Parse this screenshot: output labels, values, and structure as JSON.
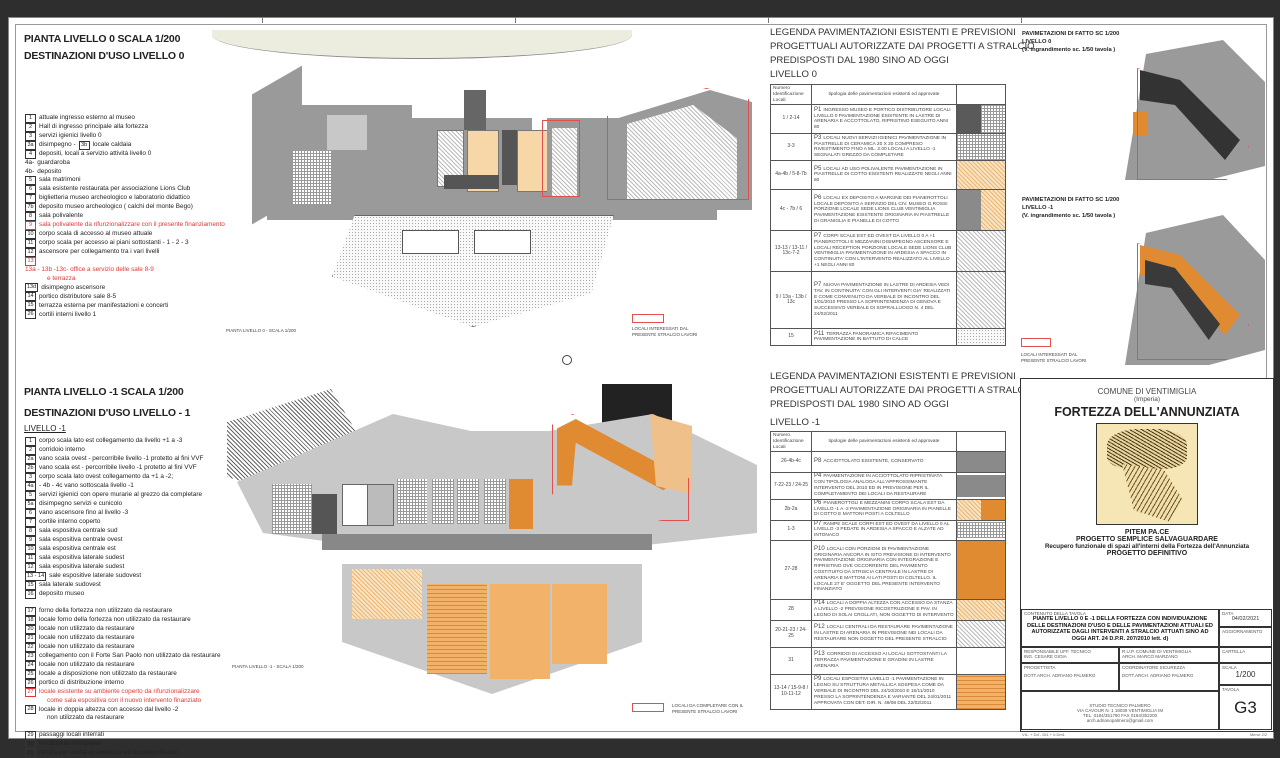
{
  "viewer": {
    "background": "#2e2e2e"
  },
  "level0": {
    "title": "PIANTA LIVELLO 0  SCALA 1/200",
    "subtitle": "DESTINAZIONI D'USO LIVELLO 0",
    "items": [
      {
        "id": "1",
        "text": "attuale ingresso esterno al museo"
      },
      {
        "id": "2",
        "text": "Hall di ingresso principale alla fortezza"
      },
      {
        "id": "3",
        "text": "servizi igienici livello 0"
      },
      {
        "id": "3a",
        "text": "disimpegno -",
        "id2": "3b",
        "text2": "locale caldaia"
      },
      {
        "id": "4",
        "text": "depositi, locali a servizio attività livello 0"
      },
      {
        "id": "4a-",
        "plain": true,
        "text": "guardaroba"
      },
      {
        "id": "4b-",
        "plain": true,
        "text": "deposito"
      },
      {
        "id": "5",
        "text": "sala matrimoni"
      },
      {
        "id": "6",
        "text": "sala esistente restaurata per associazione Lions Club"
      },
      {
        "id": "7",
        "text": "biglietteria museo archeologico e laboratorio didattico"
      },
      {
        "id": "7b",
        "text": "deposito museo archeologico ( calchi del monte Bego)"
      },
      {
        "id": "8",
        "text": "sala polivalente"
      },
      {
        "id": "9",
        "text": "sala polivalente da rifunzionalizzare con il presente finanziamento",
        "red": true
      },
      {
        "id": "10",
        "text": "corpo scala di accesso al museo attuale"
      },
      {
        "id": "11",
        "text": "corpo scala per accesso ai piani sottostanti - 1 - 2 - 3"
      },
      {
        "id": "12",
        "text": "ascensore per collegamento tra i vari livelli"
      },
      {
        "id": "13",
        "text": "",
        "red": true
      },
      {
        "id": "",
        "plain": true,
        "text": "13a - 13b -13c- office a servizio delle sale 8-9",
        "red": true
      },
      {
        "id": "",
        "plain": true,
        "text": "e terrazza",
        "red": true,
        "indent": true
      },
      {
        "id": "13d",
        "text": "disimpegno ascensore"
      },
      {
        "id": "14",
        "text": "portico distributore sale 8-5"
      },
      {
        "id": "15",
        "text": "terrazza esterna per manifestazioni e concerti"
      },
      {
        "id": "26",
        "text": "cortili interni livello 1"
      }
    ],
    "plan_label": "PIANTA LIVELLO 0 - SCALA 1/200",
    "legend_note": "LOCALI INTERESSATI DAL PRESENTE STRALCIO LAVORI"
  },
  "level_minus1": {
    "title": "PIANTA LIVELLO -1 SCALA 1/200",
    "subtitle": "DESTINAZIONI D'USO  LIVELLO - 1",
    "sublabel": "LIVELLO -1",
    "items": [
      {
        "id": "1",
        "text": "corpo scala lato est collegamento da livello +1 a -3"
      },
      {
        "id": "2",
        "text": "corridoio interno"
      },
      {
        "id": "2a",
        "text": "vano scala ovest - percorribile livello -1 protetto al fini VVF"
      },
      {
        "id": "2b",
        "text": "vano scala est - percorribile livello -1 protetto al fini VVF"
      },
      {
        "id": "3",
        "text": "corpo scala lato ovest collegamento da +1 a -2;"
      },
      {
        "id": "4a",
        "text": "- 4b - 4c  vano sottoscala livello -1"
      },
      {
        "id": "5",
        "text": "servizi igienici con opere murarie al grezzo da completare"
      },
      {
        "id": "5a",
        "text": "disimpegno servizi e cunicolo"
      },
      {
        "id": "6",
        "text": "vano ascensore fino al livello -3"
      },
      {
        "id": "7",
        "text": "cortile interno coperto"
      },
      {
        "id": "8",
        "text": "sala espositiva centrale sud"
      },
      {
        "id": "9",
        "text": "sala espositiva centrale ovest"
      },
      {
        "id": "10",
        "text": "sala espositiva centrale est"
      },
      {
        "id": "11",
        "text": "sala espositiva laterale sudest"
      },
      {
        "id": "12",
        "text": "sala espositiva laterale sudest"
      },
      {
        "id": "13 - 14",
        "text": "sale espositive laterale sudovest"
      },
      {
        "id": "15",
        "text": "sala laterale sudovest"
      },
      {
        "id": "16",
        "text": "deposito museo"
      },
      {
        "id": "17",
        "text": "forno della fortezza  non utilizzato da restaurare",
        "gap": true
      },
      {
        "id": "18",
        "text": "locale forno della fortezza  non utilizzato da restaurare"
      },
      {
        "id": "20",
        "text": "locale  non utilizzato da restaurare"
      },
      {
        "id": "21",
        "text": "locale  non utilizzato da restaurare"
      },
      {
        "id": "22",
        "text": "locale  non utilizzato da restaurare"
      },
      {
        "id": "23",
        "text": "collegamento con il Forte San Paolo  non utilizzato da restaurare"
      },
      {
        "id": "24",
        "text": "locale  non utilizzato da restaurare"
      },
      {
        "id": "25",
        "text": "locale a disposizione  non utilizzato da restaurare"
      },
      {
        "id": "26",
        "text": "portico di distribuzione interno"
      },
      {
        "id": "27",
        "text": "locale esistente su ambiente coperto da rifunzionalizzare",
        "red": true
      },
      {
        "id": "",
        "plain": true,
        "text": "come sala espositiva con il nuovo intervento finanziato",
        "red": true,
        "indent": true
      },
      {
        "id": "28",
        "text": "locale in doppia altezza con accesso dal livello -2"
      },
      {
        "id": "",
        "plain": true,
        "text": "non utilizzato da restaurare",
        "indent": true
      },
      {
        "id": "29",
        "text": "passaggi locali interrati",
        "gap": true
      },
      {
        "id": "30",
        "text": "terrazza su terrapieno"
      },
      {
        "id": "31",
        "text": "rampa per uscita di sicurezza ed accesso disabili"
      }
    ],
    "plan_label": "PIANTA LIVELLO -1 - SCALA 1/200",
    "legend_note": "LOCALI DA COMPLETARE CON IL PRESENTE STRALCIO LAVORI"
  },
  "legend0": {
    "title_lines": [
      "LEGENDA PAVIMENTAZIONI ESISTENTI E PREVISIONI",
      "PROGETTUALI AUTORIZZATE DAI PROGETTI A STRALCIO",
      "PREDISPOSTI DAL 1980 SINO AD OGGI"
    ],
    "level": "LIVELLO 0",
    "header": {
      "col1": "Numero Identificazione Locali",
      "col2": "tipologia delle pavimentazioni esistenti ed approvate"
    },
    "rows": [
      {
        "ids": "1 / 2-14",
        "code": "P1",
        "text": "INGRESSO MUSEO E PORTICO DISTRIBUTORE LOCALI LIVELLO 0 PAVIMENTAZIONE ESISTENTE IN LASTRE DI ARENARIA E ACCOTTOLATO, RIPRISTINO ESEGUITO ANNI 80",
        "swatch": [
          "dark",
          "grid"
        ]
      },
      {
        "ids": "3-3",
        "code": "P3",
        "text": "LOCALI NUOVI SERVIZI IGIENICI PAVIMENTAZIONE IN PIASTRELLE DI CERAMICA 20 X 20 COMPRESO RIVESTIMENTO FINO A ML. 2.00 LOCALI A LIVELLO -1 SEGNALATI GREZZO DA COMPLETARE",
        "swatch": [
          "grid"
        ]
      },
      {
        "ids": "4a-4b / 5-8-7b",
        "code": "P5",
        "text": "LOCALI AD USO POLIVALENTE PAVIMENTAZIONE IN PIASTRELLE DI COTTO ESISTENTI REALIZZATE NEGLI ANNI 80",
        "swatch": [
          "cotto"
        ]
      },
      {
        "ids": "4c - 7b / 6",
        "code": "P6",
        "text": "LOCALI EX DEPOSITO A MARGINE DEI PIANEROTTOLI LOCALE DEPOSITO A SERVIZIO DEL CIV. MUSEO G.ROSSI PORZIONE LOCALE SEDE LIONS CLUB VENTIMIGLIA PAVIMENTAZIONE ESISTENTE ORIGINARIA IN PIASTRELLE DI GRANIGLIA E PIANELLE DI COTTO",
        "swatch": [
          "grey",
          "cotto"
        ]
      },
      {
        "ids": "13-13 / 13-11 / 13c-7-2",
        "code": "P7",
        "text": "CORPI SCALE EST ED OVEST DA LIVELLO 0 A +1 PIANEROTTOLI E MEZZANINI DISIMPEGNO ASCENSORE E LOCALI RECEPTION PORZIONE LOCALE SEDE LIONS CLUB VENTIMIGLIA PAVIMENTAZIONE IN ARDESIA A SPACCO IN CONTINUITA' CON L'INTERVENTO REALIZZATO AL LIVELLO +1 NEGLI ANNI 80",
        "swatch": [
          "dots"
        ]
      },
      {
        "ids": "9 / 13a - 13b / 13c",
        "code": "P7",
        "text": "NUOVA PAVIMENTAZIONE IN LASTRE DI ARDESIA VEDI TAV. IN CONTINUITA' CON GLI INTERVENTI GIA' REALIZZATI E COME CONVENUTO DA VERBALE DI INCONTRO DEL 1/01/2010 PRESSO LA SOPRINTENDENZA DI GENOVA E SUCCESSIVO VERBALE DI SOPRALLUOGO N. 4 DEL 24/02/2011",
        "swatch": [
          "dots"
        ]
      },
      {
        "ids": "15",
        "code": "P11",
        "text": "TERRAZZA PANORAMICA RIFACIMENTO PAVIMENTAZIONE IN BATTUTO DI CALCE",
        "swatch": [
          "stipple"
        ]
      }
    ]
  },
  "legend1": {
    "title_lines": [
      "LEGENDA PAVIMENTAZIONI ESISTENTI E PREVISIONI",
      "PROGETTUALI AUTORIZZATE DAI PROGETTI A STRALCIO",
      "PREDISPOSTI DAL 1980 SINO AD OGGI"
    ],
    "level": "LIVELLO -1",
    "header": {
      "col1": "Numero Identificazione Locali",
      "col2": "tipologie delle pavimentazioni esistenti ed approvate"
    },
    "rows": [
      {
        "ids": "26-4b-4c",
        "code": "P8",
        "text": "ACCIOTTOLATO ESISTENTE, CONSERVATO",
        "swatch": [
          "grey"
        ]
      },
      {
        "ids": "7-22-23 / 24-25",
        "code": "P4",
        "text": "PAVIMENTAZIONE IN ACCIOTTOLATO RIPRISTINATA CON TIPOLOGIA ANALOGA ALL'APPROSSIMANTE INTERVENTO DEL 2010 ED IN PREVISIONE PER IL COMPLETAMENTO DEI LOCALI DA RESTAURARE",
        "swatch": [
          "grey"
        ]
      },
      {
        "ids": "2b-2a",
        "code": "P6",
        "text": "PIANEROTTOLI E MEZZANINI CORPO SCALA EST DA LIVELLO -1 A -2 PAVIMENTAZIONE ORIGINARIA IN PIANELLE DI COTTO E MATTONI POSTI A COLTELLO",
        "swatch": [
          "cotto",
          "orange"
        ]
      },
      {
        "ids": "1-3",
        "code": "P7",
        "text": "RAMPE SCALE CORPI EST ED OVEST DA LIVELLO 0 AL LIVELLO -3 PEDATE IN ARDESIA A SPACCO E ALZATE AD INTONACO",
        "swatch": [
          "stairs"
        ]
      },
      {
        "ids": "27-28",
        "code": "P10",
        "text": "LOCALI CON PORZIONI DI PAVIMENTAZIONE ORIGINARIA ANCORA IN SITO PREVISIONE DI INTERVENTO PAVIMENTAZIONE ORIGINARIA CON INTEGRAZIONE E RIPRISTINO OVE OCCORRENTE DEL PAVIMENTO COSTITUITO DA STRISCIA CENTRALE IN LASTRE DI ARENARIA E MATTONI AI LATI POSTI DI COLTELLO. IL LOCALE 27 E' OGGETTO DEL PRESENTE INTERVENTO FINANZIATO",
        "swatch": [
          "strip"
        ]
      },
      {
        "ids": "28",
        "code": "P14",
        "text": "LOCALI A DOPPIA ALTEZZA CON ACCESSO DA STANZA A LIVELLO -2 PREVISIONE RICOSTRUZIONE E PAV. IN LEGNO DI SOLAI CROLLATI, NON OGGETTO DI INTERVENTO",
        "swatch": [
          "wood45"
        ]
      },
      {
        "ids": "20-21-23 / 24-25",
        "code": "P12",
        "text": "LOCALI CENTRALI DA RESTAURARE PAVIMENTAZIONE IN LASTRE DI ARENARIA IN PREVISIONE NEI LOCALI DA RESTAURARE NON OGGETTO DEL PRESENTE STRALCIO",
        "swatch": [
          "dots"
        ]
      },
      {
        "ids": "31",
        "code": "P13",
        "text": "CORRIDOI DI ACCESSO AI LOCALI SOTTOSTANTI LA TERRAZZA PAVIMENTAZIONE E GRADINI IN LASTRE ARENARIA",
        "swatch": []
      },
      {
        "ids": "13-14 / 15-9-8 / 10-11-12",
        "code": "P9",
        "text": "LOCALI ESPOSITIVI LIVELLO -1 PAVIMENTAZIONE IN LEGNO SU STRUTTURA METALLICA SOSPESA COME DA VERBALE DI INCONTRO DEL 24/10/2010 E 15/11/2010 PRESSO LA SOPRINTENDENZA E VARIANTE DEL 24/01/2011 APPROVATA CON DET. DIR. N. 49/08 DEL 22/02/2011",
        "swatch": [
          "wood"
        ]
      }
    ]
  },
  "pavimentazioni": [
    {
      "title": "PAVIMETAZIONI  DI FATTO SC 1/200",
      "level": "LIVELLO 0",
      "note": "(V. ingrandimento sc. 1/50 tavola )"
    },
    {
      "title": "PAVIMETAZIONI  DI FATTO SC 1/200",
      "level": "LIVELLO -1",
      "note": "(V. ingrandimento sc. 1/50 tavola )"
    }
  ],
  "pav_legend_note": "LOCALI INTERESSATI DAL PRESENTE STRALCIO LAVORI",
  "cartouche": {
    "comune": "COMUNE DI VENTIMIGLIA",
    "provincia": "(Imperia)",
    "title": "FORTEZZA DELL'ANNUNZIATA",
    "program": "PITEM PA.CE",
    "project": "PROGETTO SEMPLICE SALVAGUARDARE",
    "description": "Recupero funzionale di spazi all'interni della Fortezza dell'Annunziata",
    "phase": "PROGETTO DEFINITIVO",
    "table_label": "CONTENUTO DELLA TAVOLA",
    "table_content": "PIANTE LIVELLO 0 E -1 DELLA FORTEZZA CON INDIVIDUAZIONE DELLE DESTINAZIONI D'USO E DELLE PAVIMENTAZIONI ATTUALI ED AUTORIZZATE DAGLI INTERVENTI A STRALCIO ATTUATI SINO AD OGGI ART. 24 D.P.R. 207/2010 lett. d)",
    "date_label": "DATA",
    "date": "04/02/2021",
    "agg_label": "AGGIORNAMENTO",
    "rup_label": "RESPONSABILE UFF. TECNICO",
    "rup": "ING. CESARE GIOIA",
    "resp_label": "R.U.P. COMUNE DI VENTIMIGLIA",
    "resp": "ARCH. MARCO MARZANO",
    "file_label": "CARTELLA",
    "designer_label": "PROGETTISTA",
    "designer": "DOTT.ARCH. ADRIANO PALMERO",
    "coordinator_label": "COORDINATORE SICUREZZA",
    "coordinator": "DOTT.ARCH. ADRIANO PALMERO",
    "scale_label": "SCALA",
    "scale": "1/200",
    "sheet_label": "TAVOLA",
    "sheet": "G3",
    "studio_lines": [
      "STUDIO TECNICO PALMERO",
      "VIA CAVOUR N. 1 18039 VENTIMIGLIA IM",
      "TEL. 0184/351780 FAX 0184/352200",
      "arch.adrianopalmero@gmail.com"
    ],
    "footer_left": "VIL. + Dd - Dt1 + 0.Dm1",
    "footer_right": "Mirror 2/2"
  }
}
